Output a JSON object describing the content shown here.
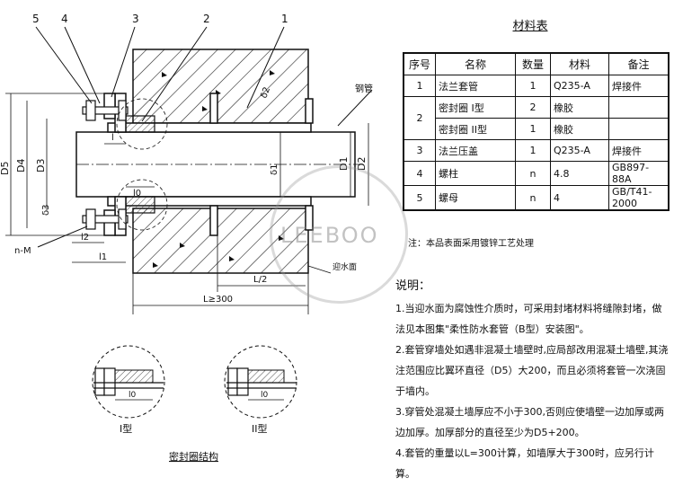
{
  "drawing": {
    "leaders": [
      "5",
      "4",
      "3",
      "2",
      "1"
    ],
    "pipe_label": "钢管",
    "nut_label": "n-M",
    "dims": {
      "D5": "D5",
      "D4": "D4",
      "D3": "D3",
      "delta3": "δ3",
      "D1": "D1",
      "D2": "D2",
      "delta1": "δ1",
      "delta2": "δ2",
      "l": "l",
      "l0": "l0",
      "l1": "l1",
      "l2": "l2",
      "L_half": "L/2",
      "L_min": "L≥300",
      "water_face": "迎水面"
    },
    "seal": {
      "title": "密封圈结构",
      "type1": "I型",
      "type2": "II型",
      "l0_a": "l0",
      "l0_b": "l0"
    }
  },
  "materials": {
    "title": "材料表",
    "headers": [
      "序号",
      "名称",
      "数量",
      "材料",
      "备注"
    ],
    "rows": [
      {
        "no": "1",
        "name": "法兰套管",
        "qty": "1",
        "mat": "Q235-A",
        "note": "焊接件"
      },
      {
        "no": "2",
        "name": "密封圈  I型",
        "qty": "2",
        "mat": "橡胶",
        "note": ""
      },
      {
        "no": "",
        "name": "密封圈  II型",
        "qty": "1",
        "mat": "橡胶",
        "note": ""
      },
      {
        "no": "3",
        "name": "法兰压盖",
        "qty": "1",
        "mat": "Q235-A",
        "note": "焊接件"
      },
      {
        "no": "4",
        "name": "螺柱",
        "qty": "n",
        "mat": "4.8",
        "note": "GB897-88A"
      },
      {
        "no": "5",
        "name": "螺母",
        "qty": "n",
        "mat": "4",
        "note": "GB/T41-2000"
      }
    ],
    "note": "注：本品表面采用镀锌工艺处理"
  },
  "explanation": {
    "title": "说明：",
    "items": [
      "1.当迎水面为腐蚀性介质时，可采用封堵材料将缝隙封堵，做法见本图集\"柔性防水套管（B型）安装图\"。",
      "2.套管穿墙处如遇非混凝土墙壁时,应局部改用混凝土墙壁,其浇注范围应比翼环直径（D5）大200，而且必须将套管一次浇固于墙内。",
      "3.穿管处混凝土墙厚应不小于300,否则应使墙壁一边加厚或两边加厚。加厚部分的直径至少为D5+200。",
      "4.套管的重量以L=300计算，如墙厚大于300时，应另行计算。"
    ]
  },
  "watermark": "LEEBOO"
}
